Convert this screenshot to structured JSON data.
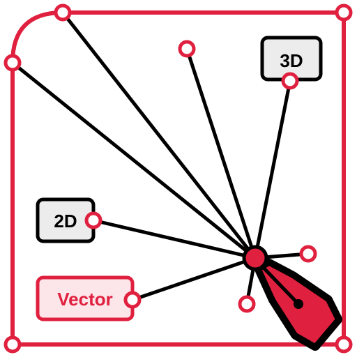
{
  "colors": {
    "accent": "#e0203f",
    "accent_light": "#fde6ea",
    "badge_fill": "#ececec",
    "line": "#000000",
    "background": "#ffffff"
  },
  "badges": {
    "three_d": "3D",
    "two_d": "2D",
    "vector": "Vector"
  },
  "icons": {
    "pen_tool": "pen-nib-icon",
    "anchor": "anchor-point-icon"
  }
}
